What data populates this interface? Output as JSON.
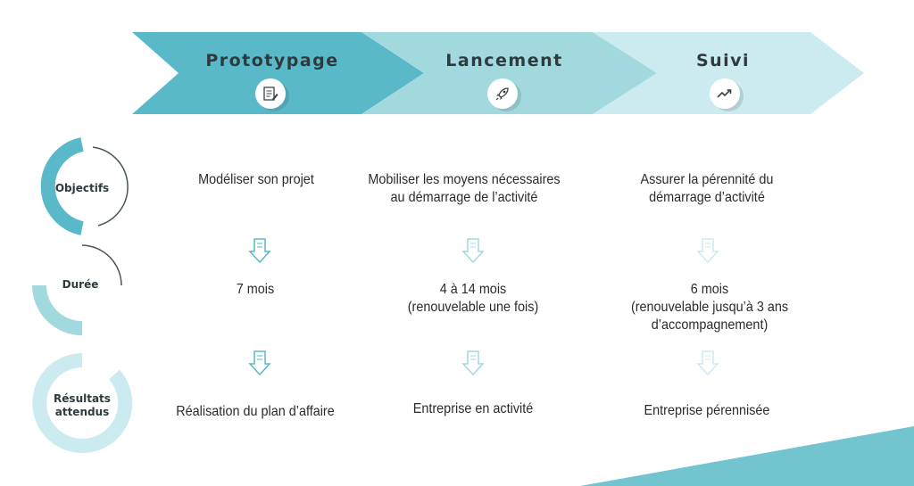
{
  "phases": [
    {
      "title": "Prototypage",
      "icon": "document-edit-icon",
      "color": "#5ab9c8"
    },
    {
      "title": "Lancement",
      "icon": "rocket-icon",
      "color": "#a2d9df"
    },
    {
      "title": "Suivi",
      "icon": "trend-up-icon",
      "color": "#cbebf0"
    }
  ],
  "rows": {
    "objectifs": {
      "label": "Objectifs",
      "cells": [
        [
          "Modéliser son projet"
        ],
        [
          "Mobiliser les moyens nécessaires",
          "au démarrage de l’activité"
        ],
        [
          "Assurer la pérennité du",
          "démarrage d’activité"
        ]
      ]
    },
    "duree": {
      "label": "Durée",
      "cells": [
        [
          "7 mois"
        ],
        [
          "4 à 14 mois",
          "(renouvelable une fois)"
        ],
        [
          "6 mois",
          "(renouvelable jusqu’à 3 ans",
          "d’accompagnement)"
        ]
      ]
    },
    "resultats": {
      "label_lines": [
        "Résultats",
        "attendus"
      ],
      "cells": [
        [
          "Réalisation du plan d’affaire"
        ],
        [
          "Entreprise en activité"
        ],
        [
          "Entreprise pérennisée"
        ]
      ]
    }
  },
  "colors": {
    "teal_dark": "#5ab9c8",
    "teal_mid": "#a2d9df",
    "teal_light": "#cbebf0",
    "ring_dark": "#5ab9c8",
    "ring_mid": "#a2d9df",
    "ring_light": "#cbebf0",
    "text": "#2b2b2b"
  }
}
